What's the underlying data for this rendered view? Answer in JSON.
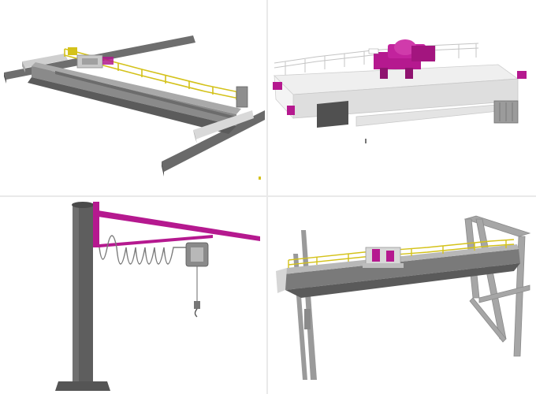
{
  "panels": [
    {
      "name": "single-girder-overhead-crane"
    },
    {
      "name": "double-girder-overhead-crane"
    },
    {
      "name": "pillar-jib-crane"
    },
    {
      "name": "semi-gantry-crane"
    }
  ],
  "colors": {
    "accent": "#b5198f",
    "rail": "#d4c21a",
    "girder_dark": "#5e5e5e",
    "girder_mid": "#7a7a7a",
    "girder_light": "#b8b8b8",
    "white_body": "#e8e8e8"
  }
}
